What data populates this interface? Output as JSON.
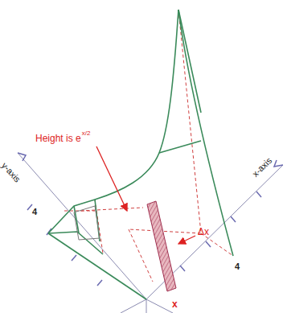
{
  "diagram": {
    "labels": [
      "y-axis",
      "x-axis",
      "4",
      "4",
      "Height is e",
      "x/2",
      "Δx",
      "x"
    ]
  }
}
